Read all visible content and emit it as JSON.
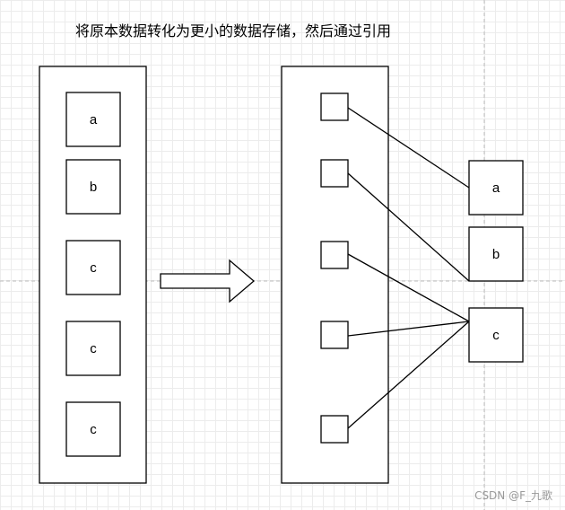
{
  "title": "将原本数据转化为更小的数据存储，然后通过引用",
  "watermark": "CSDN @F_九歌",
  "left_column": {
    "items": [
      "a",
      "b",
      "c",
      "c",
      "c"
    ]
  },
  "right_column": {
    "slot_count": 5,
    "values": [
      "a",
      "b",
      "c"
    ]
  },
  "references": [
    {
      "slot": 0,
      "value": 0
    },
    {
      "slot": 1,
      "value": 1
    },
    {
      "slot": 2,
      "value": 2
    },
    {
      "slot": 3,
      "value": 2
    },
    {
      "slot": 4,
      "value": 2
    }
  ]
}
